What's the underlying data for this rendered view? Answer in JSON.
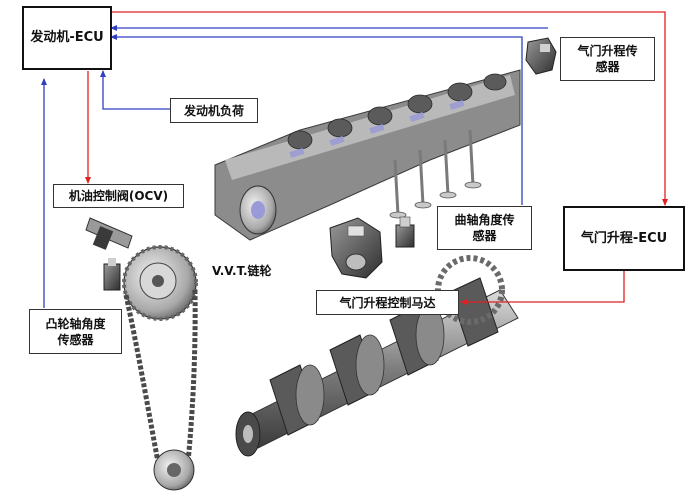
{
  "labels": {
    "engine_ecu": "发动机-ECU",
    "valve_lift_sensor": "气门升程传\n感器",
    "engine_load": "发动机负荷",
    "ocv": "机油控制阀(OCV)",
    "crank_sensor": "曲轴角度传\n感器",
    "valve_lift_ecu": "气门升程-ECU",
    "vvt_sprocket": "V.V.T.链轮",
    "lift_motor": "气门升程控制马达",
    "cam_sensor": "凸轮轴角度\n传感器"
  },
  "colors": {
    "signal_in": "#3040c0",
    "control_out": "#e02020",
    "metal_dark": "#3a3a3a",
    "metal_mid": "#7a7a7a",
    "metal_light": "#c9c9c9",
    "accent_purple": "#9a9ad8"
  }
}
